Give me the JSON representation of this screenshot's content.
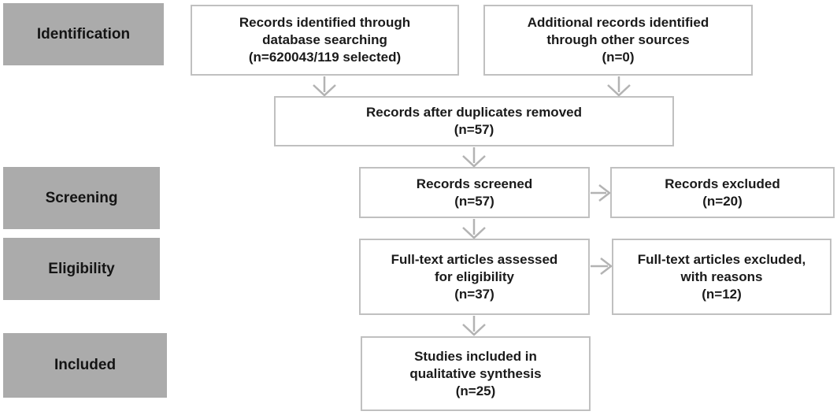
{
  "diagram": {
    "type": "prisma-flow",
    "colors": {
      "stage_fill": "#ababab",
      "box_border": "#c0c0c0",
      "arrow": "#b3b3b3",
      "text": "#1a1a1a",
      "background": "#ffffff"
    },
    "stages": {
      "identification": "Identification",
      "screening": "Screening",
      "eligibility": "Eligibility",
      "included": "Included"
    },
    "boxes": {
      "records_identified": "Records identified through\ndatabase searching\n(n=620043/119 selected)",
      "additional_records": "Additional records identified\nthrough other sources\n(n=0)",
      "duplicates_removed": "Records after duplicates removed\n(n=57)",
      "records_screened": "Records screened\n(n=57)",
      "records_excluded": "Records excluded\n(n=20)",
      "fulltext_assessed": "Full-text articles assessed\nfor eligibility\n(n=37)",
      "fulltext_excluded": "Full-text articles excluded,\nwith reasons\n(n=12)",
      "studies_included": "Studies included in\nqualitative synthesis\n(n=25)"
    }
  }
}
